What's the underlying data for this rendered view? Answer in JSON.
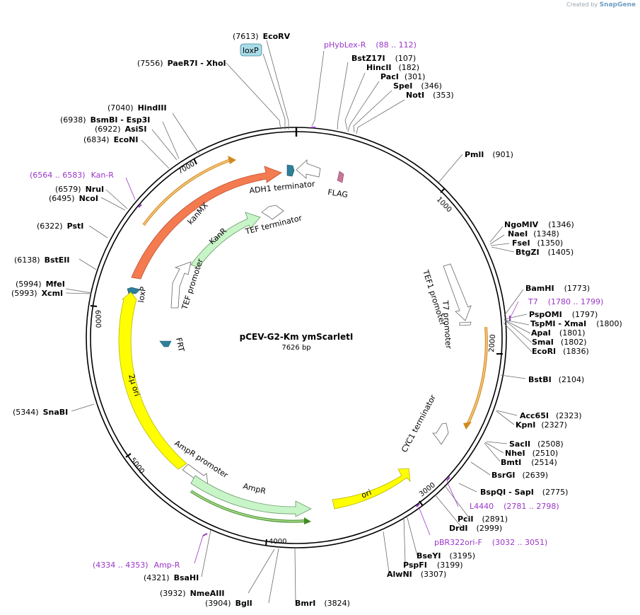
{
  "credit": {
    "prefix": "Created by",
    "brand": "SnapGene"
  },
  "plasmid": {
    "name": "pCEV-G2-Km ymScarletI",
    "length": 7626,
    "length_label": "7626 bp"
  },
  "ticks": [
    "1000",
    "2000",
    "3000",
    "4000",
    "5000",
    "6000",
    "7000"
  ],
  "sites": [
    {
      "name": "EcoRV",
      "pos": "(7613)"
    },
    {
      "name": "BstZ17I",
      "pos": "(107)"
    },
    {
      "name": "HincII",
      "pos": "(182)"
    },
    {
      "name": "PacI",
      "pos": "(301)"
    },
    {
      "name": "SpeI",
      "pos": "(346)"
    },
    {
      "name": "NotI",
      "pos": "(353)"
    },
    {
      "name": "PmlI",
      "pos": "(901)"
    },
    {
      "name": "NgoMIV",
      "pos": "(1346)"
    },
    {
      "name": "NaeI",
      "pos": "(1348)"
    },
    {
      "name": "FseI",
      "pos": "(1350)"
    },
    {
      "name": "BtgZI",
      "pos": "(1405)"
    },
    {
      "name": "BamHI",
      "pos": "(1773)"
    },
    {
      "name": "PspOMI",
      "pos": "(1797)"
    },
    {
      "name": "TspMI - XmaI",
      "pos": "(1800)"
    },
    {
      "name": "ApaI",
      "pos": "(1801)"
    },
    {
      "name": "SmaI",
      "pos": "(1802)"
    },
    {
      "name": "EcoRI",
      "pos": "(1836)"
    },
    {
      "name": "BstBI",
      "pos": "(2104)"
    },
    {
      "name": "Acc65I",
      "pos": "(2323)"
    },
    {
      "name": "KpnI",
      "pos": "(2327)"
    },
    {
      "name": "SacII",
      "pos": "(2508)"
    },
    {
      "name": "NheI",
      "pos": "(2510)"
    },
    {
      "name": "BmtI",
      "pos": "(2514)"
    },
    {
      "name": "BsrGI",
      "pos": "(2639)"
    },
    {
      "name": "BspQI - SapI",
      "pos": "(2775)"
    },
    {
      "name": "PciI",
      "pos": "(2891)"
    },
    {
      "name": "DrdI",
      "pos": "(2999)"
    },
    {
      "name": "BseYI",
      "pos": "(3195)"
    },
    {
      "name": "PspFI",
      "pos": "(3199)"
    },
    {
      "name": "AlwNI",
      "pos": "(3307)"
    },
    {
      "name": "BmrI",
      "pos": "(3824)"
    },
    {
      "name": "BglI",
      "pos": "(3904)"
    },
    {
      "name": "NmeAIII",
      "pos": "(3932)"
    },
    {
      "name": "BsaHI",
      "pos": "(4321)"
    },
    {
      "name": "SnaBI",
      "pos": "(5344)"
    },
    {
      "name": "MfeI",
      "pos": "(5994)"
    },
    {
      "name": "XcmI",
      "pos": "(5993)"
    },
    {
      "name": "BstEII",
      "pos": "(6138)"
    },
    {
      "name": "PstI",
      "pos": "(6322)"
    },
    {
      "name": "NcoI",
      "pos": "(6495)"
    },
    {
      "name": "NruI",
      "pos": "(6579)"
    },
    {
      "name": "EcoNI",
      "pos": "(6834)"
    },
    {
      "name": "AsiSI",
      "pos": "(6922)"
    },
    {
      "name": "BsmBI - Esp3I",
      "pos": "(6938)"
    },
    {
      "name": "HindIII",
      "pos": "(7040)"
    },
    {
      "name": "PaeR7I - XhoI",
      "pos": "(7556)"
    }
  ],
  "primers": [
    {
      "name": "pHybLex-R",
      "range": "(88 .. 112)"
    },
    {
      "name": "T7",
      "range": "(1780 .. 1799)"
    },
    {
      "name": "L4440",
      "range": "(2781 .. 2798)"
    },
    {
      "name": "pBR322ori-F",
      "range": "(3032 .. 3051)"
    },
    {
      "name": "Amp-R",
      "range": "(4334 .. 4353)"
    },
    {
      "name": "Kan-R",
      "range": "(6564 .. 6583)"
    }
  ],
  "features": {
    "loxp_top": "loxP",
    "adh1": "ADH1 terminator",
    "flag": "FLAG",
    "kanmx": "kanMX",
    "kanr": "KanR",
    "tef_term": "TEF terminator",
    "tef_prom": "TEF promoter",
    "loxp_inner": "loxP",
    "frt": "FRT",
    "two_micron": "2μ ori",
    "tef1_prom": "TEF1 promoter",
    "t7_prom": "T7 promoter",
    "cyc1": "CYC1 terminator",
    "ampr_prom": "AmpR promoter",
    "ampr": "AmpR",
    "ori": "ori"
  },
  "colors": {
    "backbone": "#000000",
    "kanmx": "#f47a50",
    "kanr": "#c8f5c8",
    "two_micron": "#ffff00",
    "ori": "#ffff00",
    "ampr": "#c8f5c8",
    "loxp": "#2e7f9a",
    "flag": "#c8769a",
    "orange_line": "#e8a83a",
    "green_line": "#5ea83a",
    "primer": "#9a35c8"
  }
}
